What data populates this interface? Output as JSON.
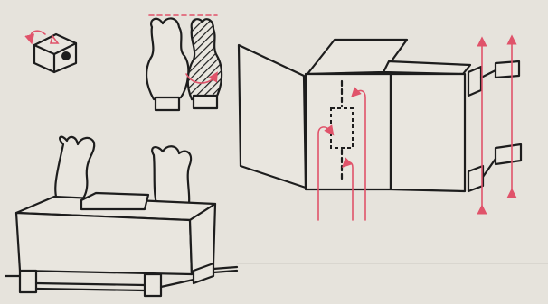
{
  "colors": {
    "paper": "#e6e3dc",
    "ink": "#1d1d1d",
    "accent_red": "#e0536a",
    "card_fill": "#e9e6df"
  },
  "figures": [
    {
      "name": "rotating-cube-figure"
    },
    {
      "name": "cut-template-figure"
    },
    {
      "name": "folded-box-figure"
    },
    {
      "name": "stand-assembly-figure"
    }
  ]
}
